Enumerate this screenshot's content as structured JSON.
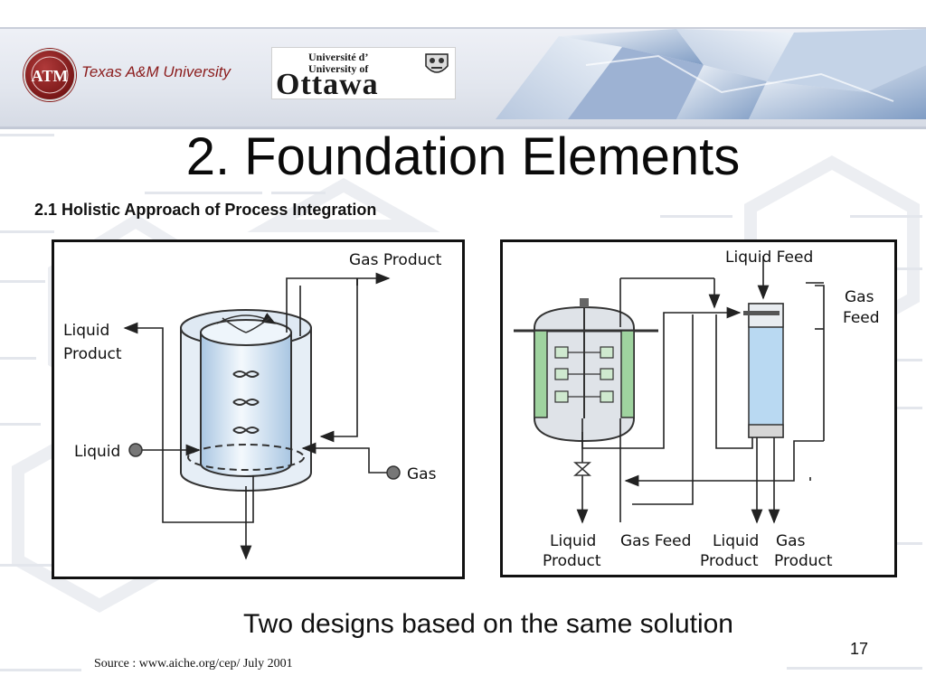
{
  "header": {
    "tamu_seal_letters": "ATM",
    "tamu_name": "Texas A&M University",
    "ottawa_line1": "Université d’",
    "ottawa_line2": "University of",
    "ottawa_line3": "Ottawa"
  },
  "title": "2. Foundation Elements",
  "subtitle": "2.1 Holistic Approach of Process Integration",
  "diagram_left": {
    "gas_product": "Gas Product",
    "liquid_product_1": "Liquid",
    "liquid_product_2": "Product",
    "liquid": "Liquid",
    "gas": "Gas"
  },
  "diagram_right": {
    "liquid_feed": "Liquid Feed",
    "gas_feed_right_1": "Gas",
    "gas_feed_right_2": "Feed",
    "bottom_liquid_product_1a": "Liquid",
    "bottom_liquid_product_1b": "Product",
    "bottom_gas_feed": "Gas Feed",
    "bottom_liquid_product_2a": "Liquid",
    "bottom_liquid_product_2b": "Product",
    "bottom_gas_product_a": "Gas",
    "bottom_gas_product_b": "Product"
  },
  "caption": "Two designs based on the same solution",
  "page_number": "17",
  "source": "Source : www.aiche.org/cep/ July 2001",
  "colors": {
    "tamu_maroon": "#7a1818",
    "vessel_blue": "#cfe3f3",
    "reactor_green": "#a8d8a8",
    "column_blue": "#b9d9f2"
  }
}
